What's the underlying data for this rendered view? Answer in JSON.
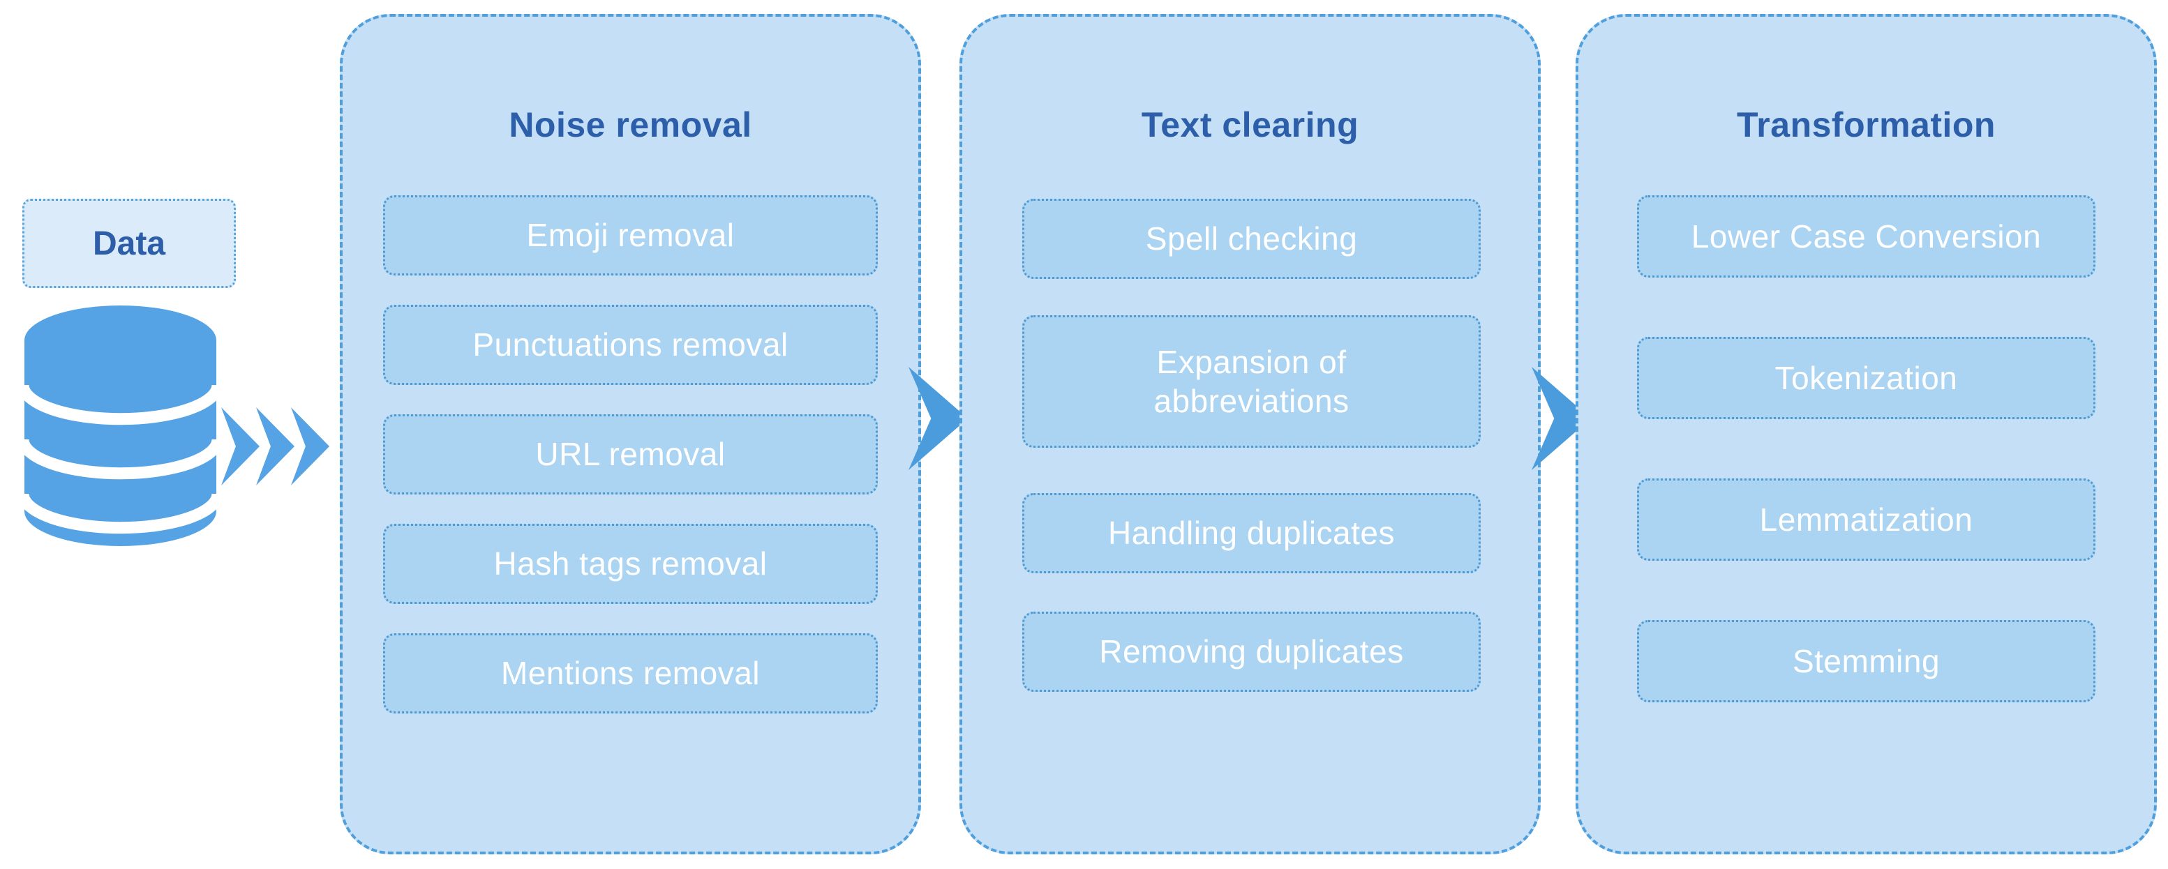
{
  "source": {
    "label": "Data"
  },
  "stages": [
    {
      "title": "Noise removal",
      "items": [
        "Emoji removal",
        "Punctuations removal",
        "URL removal",
        "Hash tags removal",
        "Mentions removal"
      ]
    },
    {
      "title": "Text clearing",
      "items": [
        "Spell checking",
        "Expansion of abbreviations",
        "Handling duplicates",
        "Removing duplicates"
      ]
    },
    {
      "title": "Transformation",
      "items": [
        "Lower Case Conversion",
        "Tokenization",
        "Lemmatization",
        "Stemming"
      ]
    }
  ],
  "icons": {
    "database": "database-icon",
    "flow_arrows": "triple-chevron-right-icon",
    "stage_arrow": "chevron-right-icon"
  },
  "colors": {
    "panel_fill": "#c5e0f6",
    "panel_border": "#4f9fdc",
    "item_fill": "#aad4f2",
    "item_border": "#4f9ad2",
    "data_box_fill": "#dcebf9",
    "data_box_border": "#56a6dd",
    "title_color": "#2d5ea9",
    "item_text": "#ffffff",
    "icon_blue": "#55a3e5",
    "arrow_blue": "#4a9cdc"
  }
}
